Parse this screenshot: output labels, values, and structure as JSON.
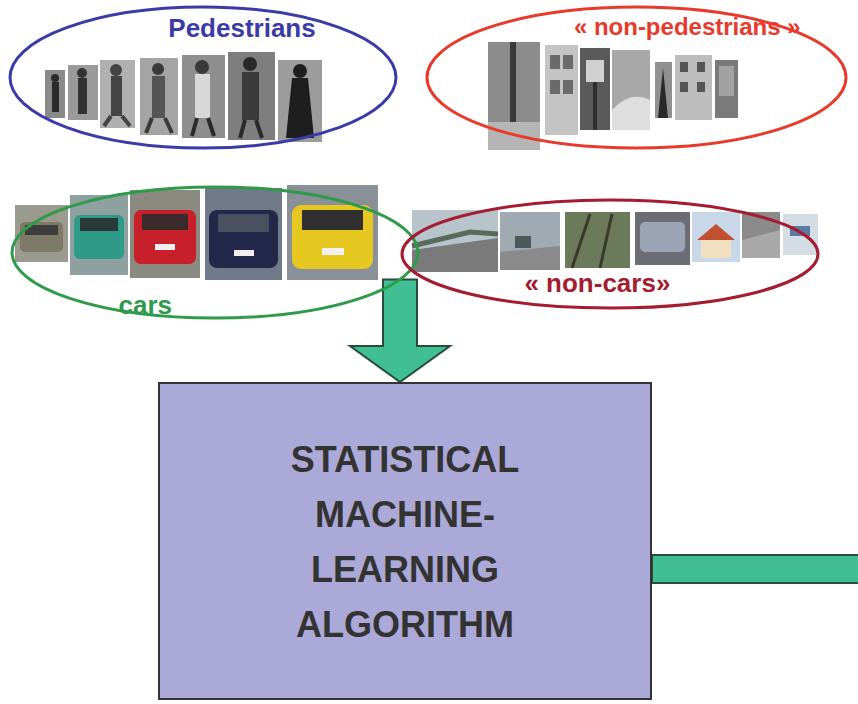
{
  "diagram": {
    "nodes": [
      {
        "text": [
          "Pedestrians"
        ]
      },
      {
        "text": [
          "« non-pedestrians »"
        ]
      },
      {
        "text": [
          "cars"
        ]
      },
      {
        "text": [
          "« non-cars»"
        ]
      },
      {
        "text": [
          "STATISTICAL MACHINE- LEARNING ALGORITHM"
        ]
      }
    ],
    "edges": [
      {
        "from": 2,
        "to": 4,
        "arrow": "to"
      }
    ]
  }
}
